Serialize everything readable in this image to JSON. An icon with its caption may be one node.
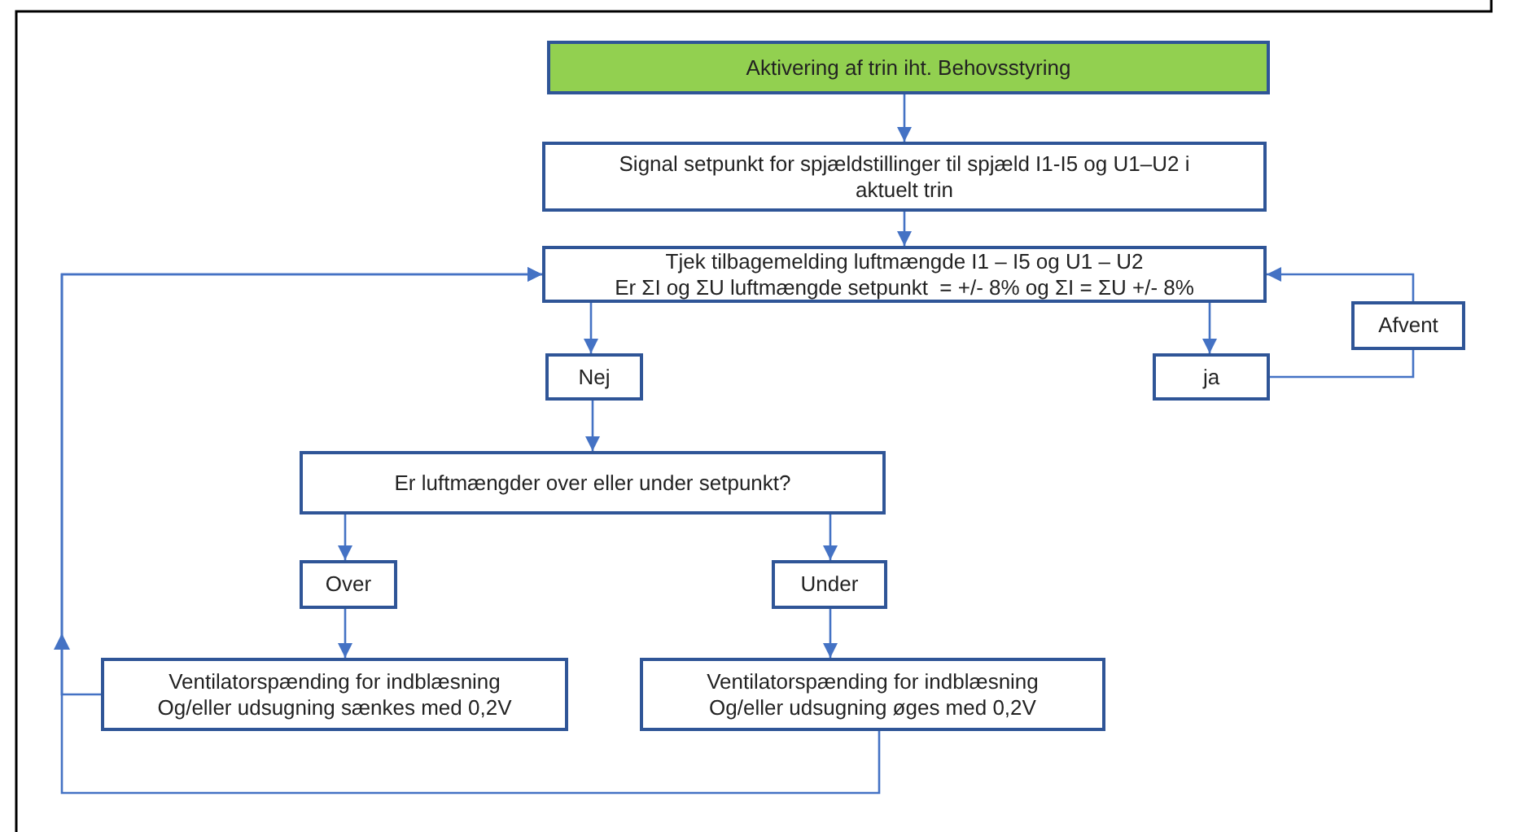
{
  "diagram": {
    "nodes": [
      {
        "text": [
          "Aktivering af trin iht. Behovsstyring"
        ]
      },
      {
        "text": [
          "Signal setpunkt for spjældstillinger til spjæld I1-I5 og U1–U2 i aktuelt trin"
        ]
      },
      {
        "text": [
          "Tjek tilbagemelding luftmængde I1 – I5 og U1 – U2",
          "Er ΣI og ΣU luftmængde setpunkt  = +/- 8% og ΣI = ΣU +/- 8%"
        ]
      },
      {
        "text": [
          "Nej"
        ]
      },
      {
        "text": [
          "ja"
        ]
      },
      {
        "text": [
          "Afvent"
        ]
      },
      {
        "text": [
          "Er luftmængder over eller under setpunkt?"
        ]
      },
      {
        "text": [
          "Over"
        ]
      },
      {
        "text": [
          "Under"
        ]
      },
      {
        "text": [
          "Ventilatorspænding for indblæsning",
          "Og/eller udsugning sænkes med 0,2V"
        ]
      },
      {
        "text": [
          "Ventilatorspænding for indblæsning",
          "Og/eller udsugning øges med 0,2V"
        ]
      }
    ],
    "edges": [
      {
        "from": 0,
        "to": 1,
        "arrow": "to"
      },
      {
        "from": 1,
        "to": 2,
        "arrow": "to"
      },
      {
        "from": 2,
        "to": 3,
        "arrow": "to"
      },
      {
        "from": 2,
        "to": 4,
        "arrow": "to"
      },
      {
        "from": 4,
        "to": 5,
        "arrow": "none"
      },
      {
        "from": 5,
        "to": 2,
        "arrow": "to"
      },
      {
        "from": 3,
        "to": 6,
        "arrow": "to"
      },
      {
        "from": 6,
        "to": 7,
        "arrow": "to"
      },
      {
        "from": 6,
        "to": 8,
        "arrow": "to"
      },
      {
        "from": 7,
        "to": 9,
        "arrow": "to"
      },
      {
        "from": 8,
        "to": 10,
        "arrow": "to"
      },
      {
        "from": 9,
        "to": 2,
        "arrow": "to"
      },
      {
        "from": 10,
        "to": 2,
        "arrow": "to"
      }
    ]
  }
}
